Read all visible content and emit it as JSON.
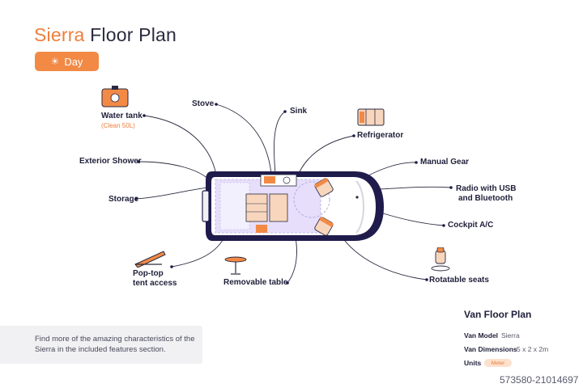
{
  "header": {
    "title_accent": "Sierra",
    "title_rest": "Floor Plan",
    "mode_button": {
      "icon": "sun-icon",
      "label": "Day"
    }
  },
  "callouts": {
    "water_tank": {
      "label": "Water tank",
      "sub": "(Clean 50L)"
    },
    "stove": "Stove",
    "sink": "Sink",
    "refrigerator": "Refrigerator",
    "exterior_shower": "Exterior Shower",
    "storage": "Storage",
    "manual_gear": "Manual Gear",
    "radio_line1": "Radio with USB",
    "radio_line2": "and Bluetooth",
    "cockpit_ac": "Cockpit A/C",
    "poptop_line1": "Pop-top",
    "poptop_line2": "tent access",
    "removable_table": "Removable table",
    "rotatable_seats": "Rotatable seats"
  },
  "info_text": "Find more of the amazing characteristics of the Sierra in the included features section.",
  "specs": {
    "title": "Van Floor Plan",
    "model_key": "Van Model",
    "model_val": "Sierra",
    "dims_key": "Van Dimensions",
    "dims_val": "5 x 2 x 2m",
    "units_key": "Units",
    "units_val": "Meter"
  },
  "watermark": "573580-21014697",
  "colors": {
    "accent": "#f28a46",
    "navy": "#1f1b4b",
    "interior": "#e6defa"
  }
}
